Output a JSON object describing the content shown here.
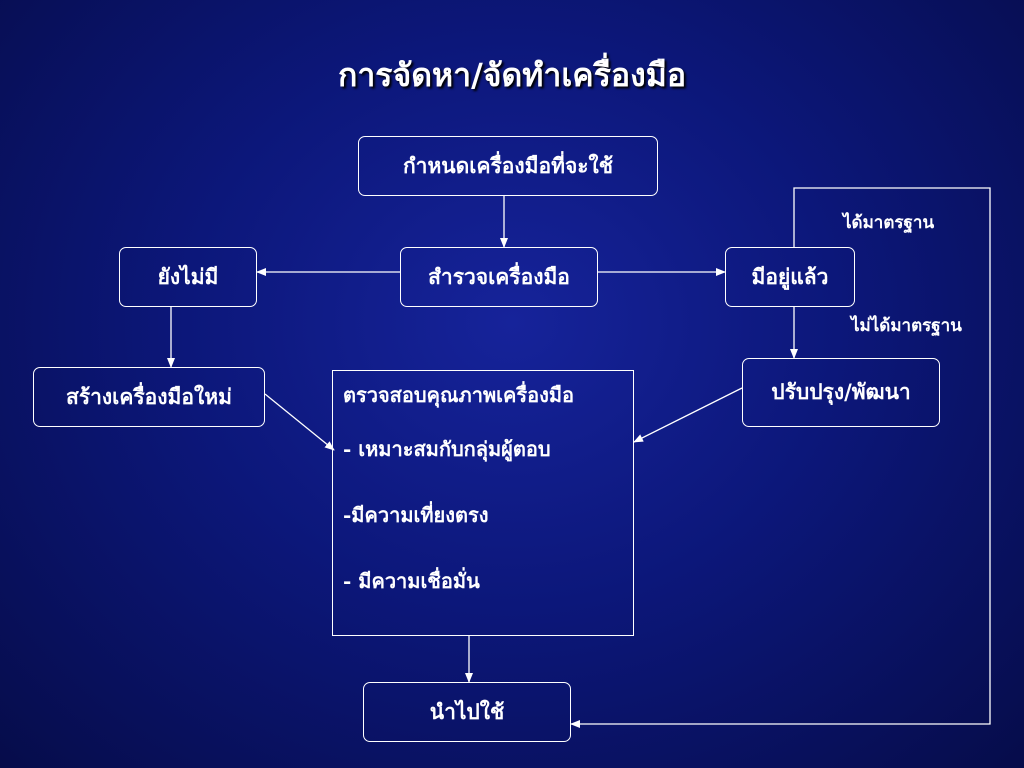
{
  "title": "การจัดหา/จัดทำเครื่องมือ",
  "boxes": {
    "define": "กำหนดเครื่องมือที่จะใช้",
    "survey": "สำรวจเครื่องมือ",
    "none": "ยังไม่มี",
    "exists": "มีอยู่แล้ว",
    "create": "สร้างเครื่องมือใหม่",
    "improve": "ปรับปรุง/พัฒนา",
    "use": "นำไปใช้"
  },
  "quality_check": {
    "heading": "ตรวจสอบคุณภาพเครื่องมือ",
    "items": [
      "- เหมาะสมกับกลุ่มผู้ตอบ",
      "-มีความเที่ยงตรง",
      "- มีความเชื่อมั่น"
    ]
  },
  "labels": {
    "standard": "ได้มาตรฐาน",
    "not_standard": "ไม่ได้มาตรฐาน"
  },
  "colors": {
    "background": "#0c177a",
    "line": "#ffffff",
    "text": "#ffffff"
  }
}
